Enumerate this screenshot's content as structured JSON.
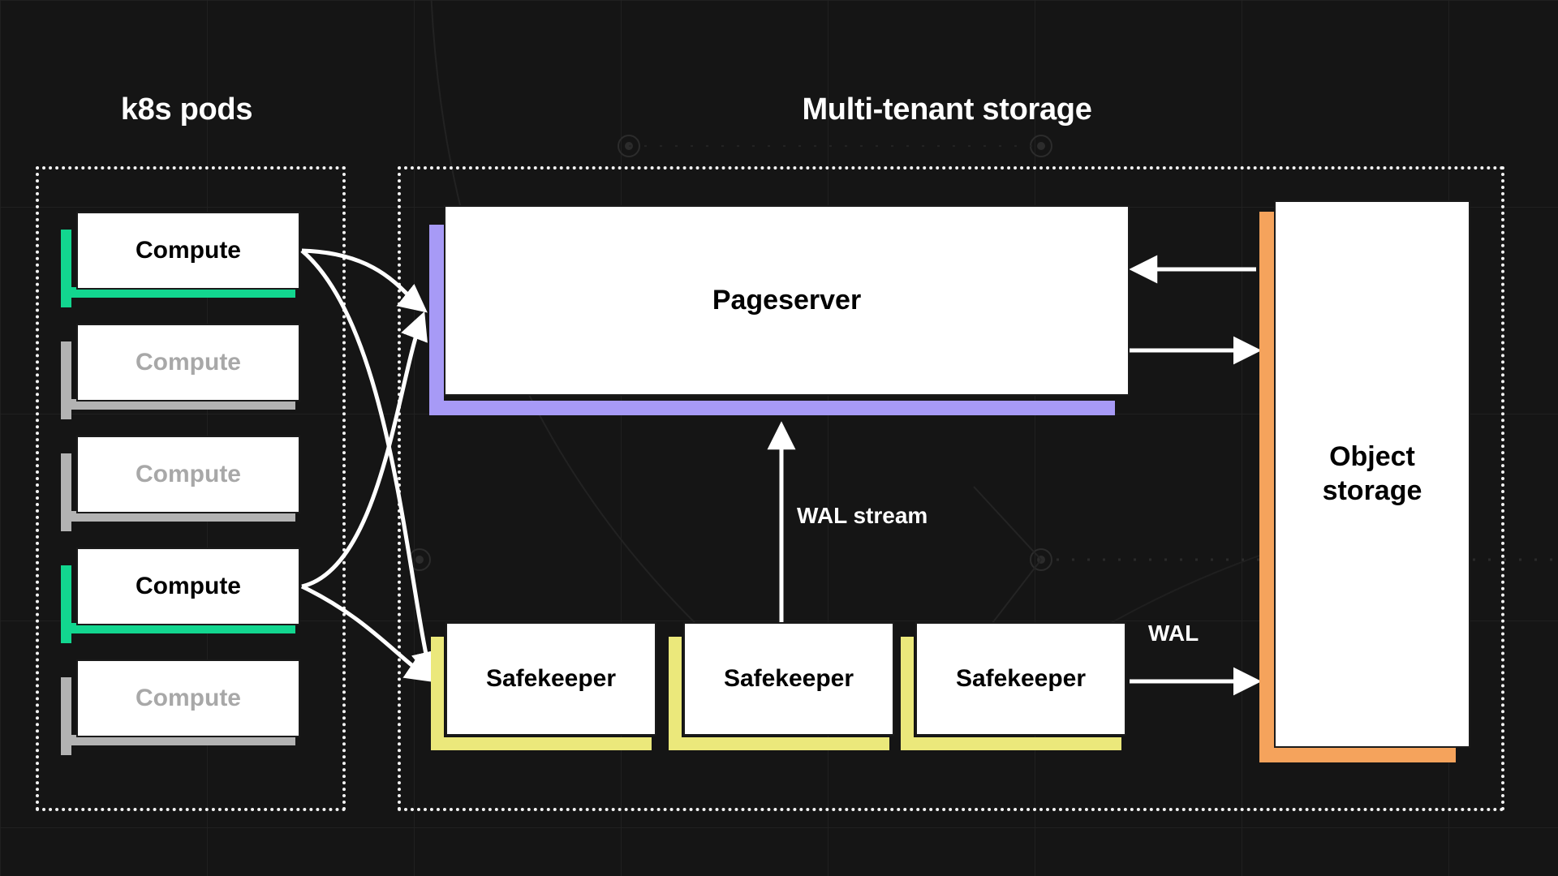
{
  "diagram": {
    "background_color": "#151515",
    "sections": [
      {
        "id": "k8s",
        "title": "k8s pods"
      },
      {
        "id": "storage",
        "title": "Multi-tenant storage"
      }
    ],
    "accents": {
      "compute_active": "#12d68f",
      "compute_idle": "#b3b3b3",
      "pageserver": "#a79af6",
      "safekeeper": "#ebe87b",
      "object_storage": "#f5a35c",
      "node_fill": "#ffffff",
      "node_text": "#000000",
      "node_text_dim": "#a8a8a8",
      "edge": "#ffffff"
    },
    "compute_nodes": [
      {
        "label": "Compute",
        "state": "active"
      },
      {
        "label": "Compute",
        "state": "idle"
      },
      {
        "label": "Compute",
        "state": "idle"
      },
      {
        "label": "Compute",
        "state": "active"
      },
      {
        "label": "Compute",
        "state": "idle"
      }
    ],
    "pageserver": {
      "label": "Pageserver"
    },
    "safekeepers": [
      {
        "label": "Safekeeper"
      },
      {
        "label": "Safekeeper"
      },
      {
        "label": "Safekeeper"
      }
    ],
    "object_storage": {
      "line1": "Object",
      "line2": "storage"
    },
    "edge_labels": {
      "wal_stream": "WAL stream",
      "wal": "WAL"
    }
  }
}
